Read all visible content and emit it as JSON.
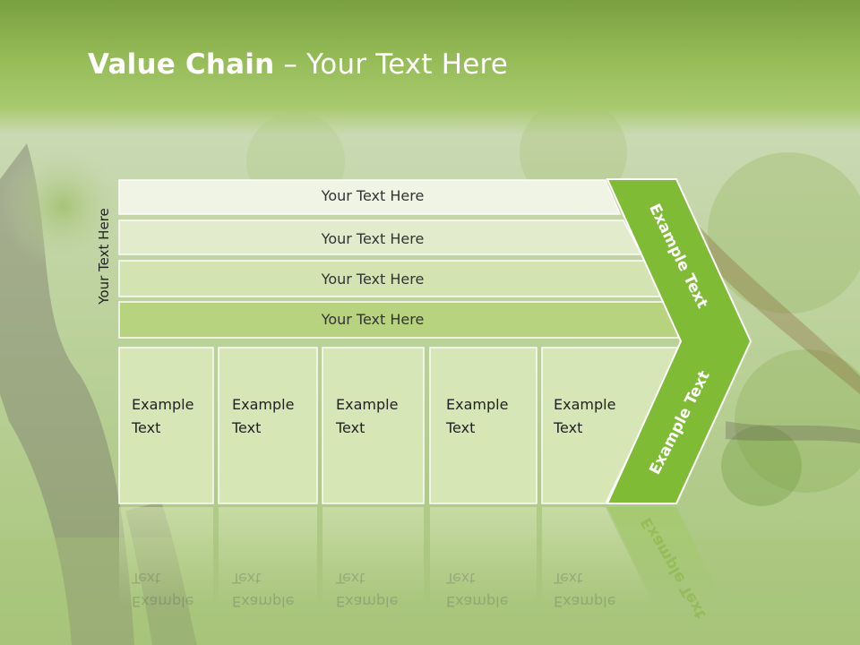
{
  "slide": {
    "title_bold": "Value Chain",
    "title_rest": " – Your Text Here",
    "side_label": "Your Text Here",
    "bars": [
      "Your Text Here",
      "Your Text Here",
      "Your Text Here",
      "Your Text Here"
    ],
    "boxes": [
      "Example\nText",
      "Example\nText",
      "Example\nText",
      "Example\nText",
      "Example\nText"
    ],
    "arrow_upper": "Example Text",
    "arrow_lower": "Example Text"
  },
  "colors": {
    "header": "#96bc58",
    "arrow": "#7fbb34",
    "bar_light": "#f1f5e7",
    "bar_dark": "#b6d47e",
    "box": "#d9e8b8"
  }
}
